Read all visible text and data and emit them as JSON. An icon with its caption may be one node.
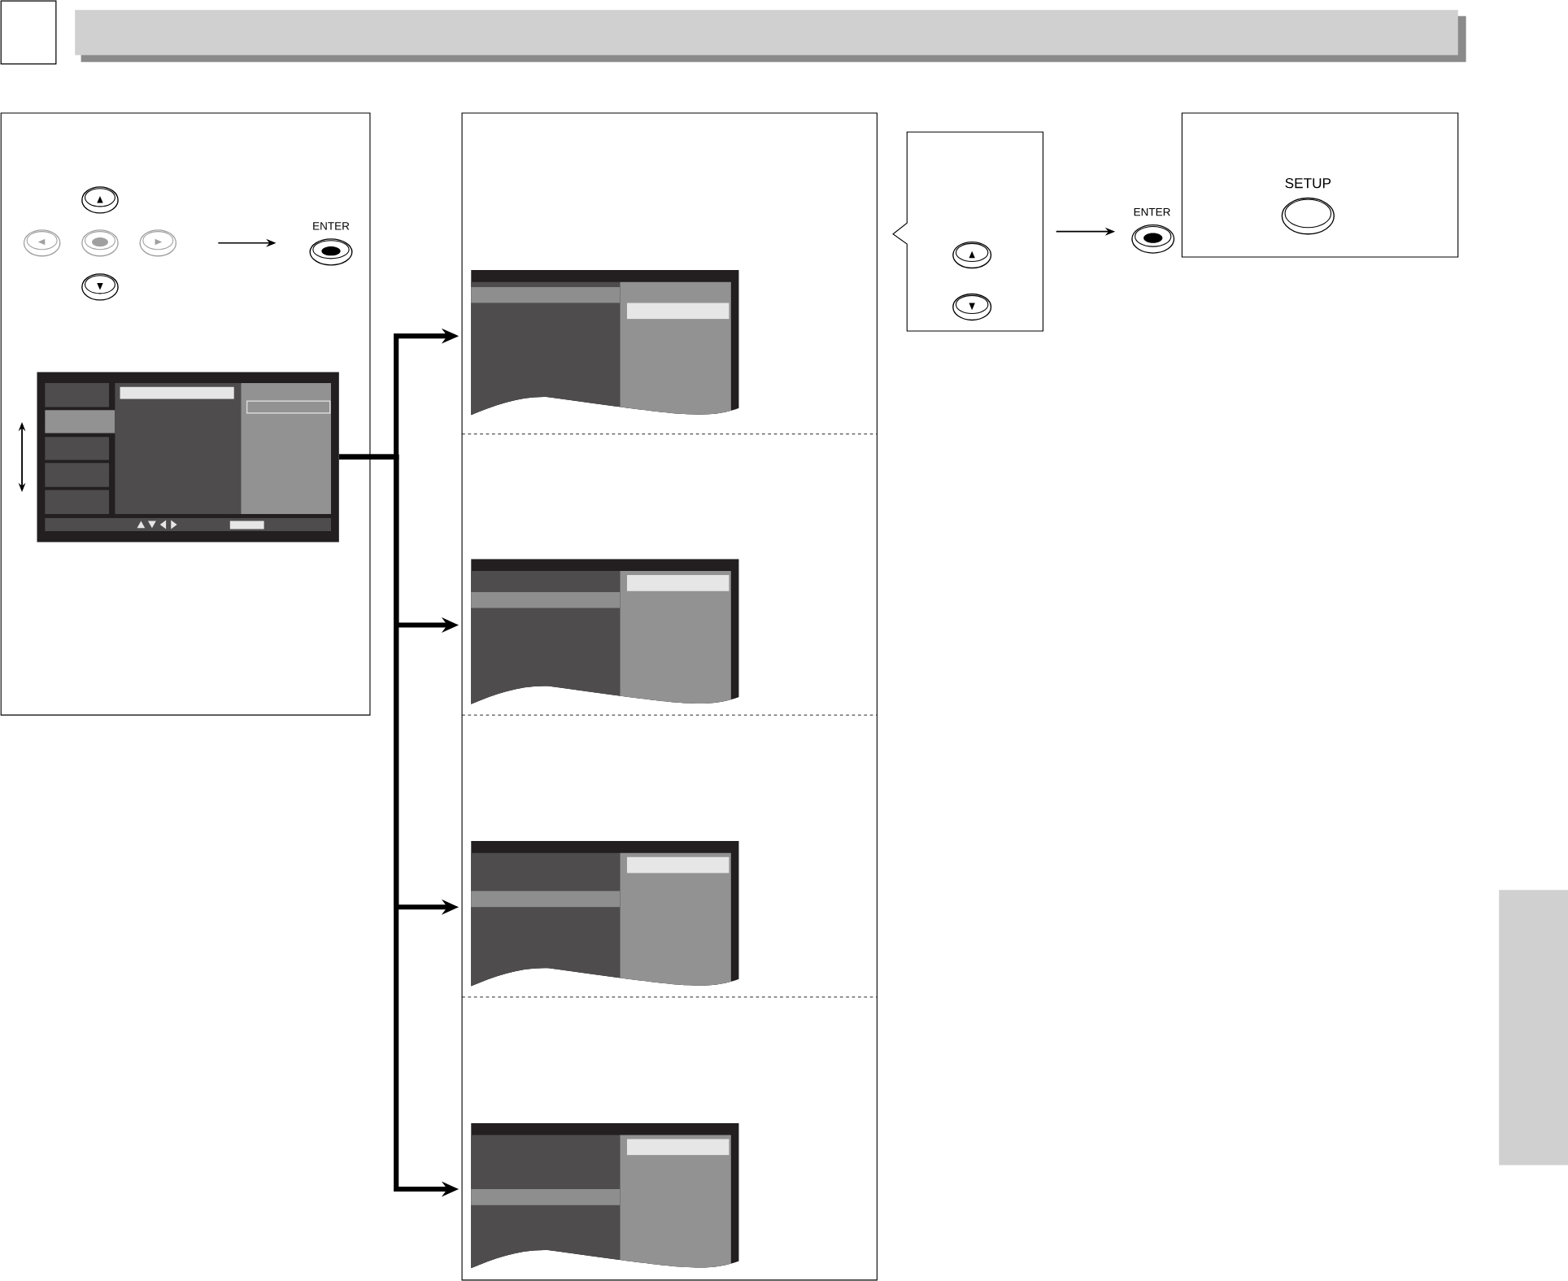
{
  "diagram": {
    "nodes": [
      {
        "text": [],
        "shape": "picture"
      },
      {
        "text": [
          "ENTER"
        ]
      },
      {
        "text": [],
        "shape": "box"
      },
      {
        "text": [],
        "shape": "box"
      },
      {
        "text": [],
        "shape": "box"
      },
      {
        "text": [],
        "shape": "box"
      },
      {
        "text": [],
        "shape": "box"
      },
      {
        "text": [],
        "shape": "box"
      },
      {
        "text": [
          "ENTER"
        ]
      },
      {
        "text": [
          "SETUP"
        ]
      },
      {
        "text": [],
        "shape": "box"
      }
    ],
    "edges": [
      {
        "from": 0,
        "to": 1,
        "arrow": "to"
      },
      {
        "from": 2,
        "to": 3,
        "arrow": "to"
      },
      {
        "from": 2,
        "to": 4,
        "arrow": "to"
      },
      {
        "from": 2,
        "to": 5,
        "arrow": "to"
      },
      {
        "from": 2,
        "to": 6,
        "arrow": "to"
      },
      {
        "from": 7,
        "to": 8,
        "arrow": "to"
      }
    ]
  }
}
